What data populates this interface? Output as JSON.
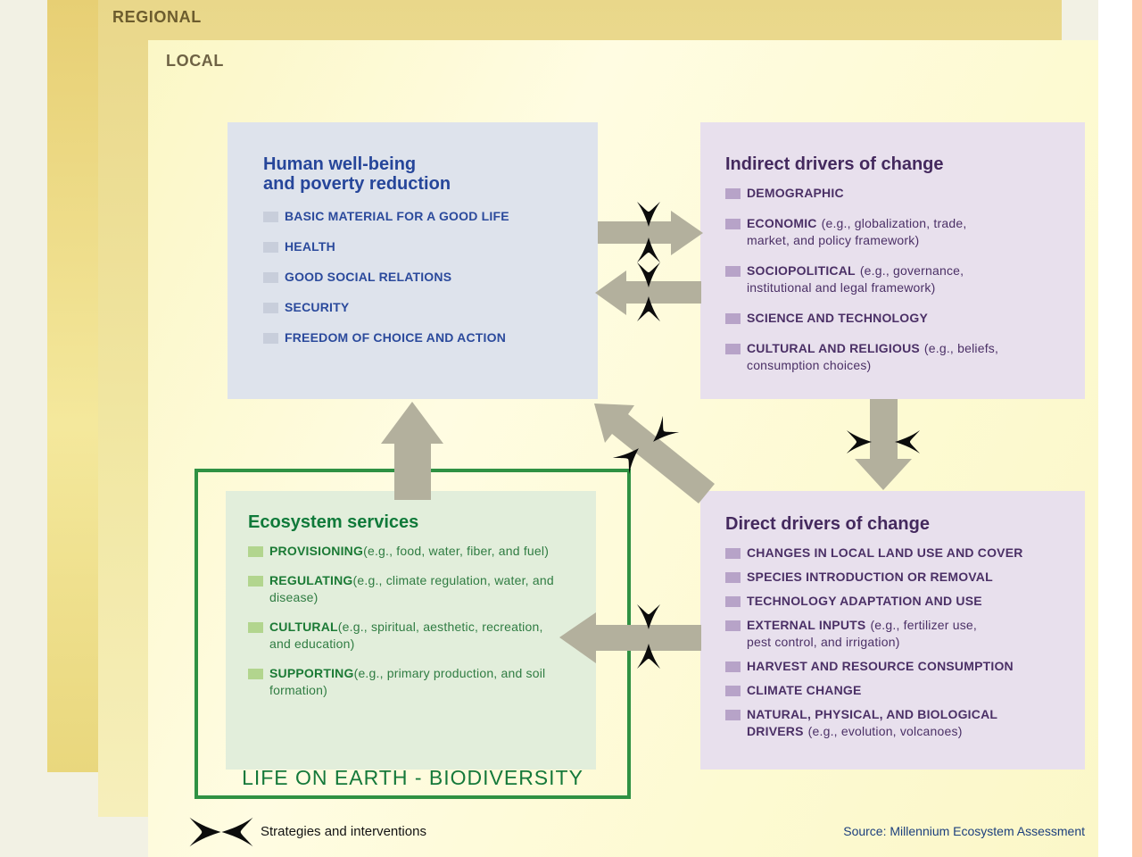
{
  "scales": {
    "regional_label": "REGIONAL",
    "local_label": "LOCAL"
  },
  "wellbeing_box": {
    "title": "Human well-being\nand poverty reduction",
    "items": [
      "BASIC MATERIAL FOR A GOOD LIFE",
      "HEALTH",
      "GOOD SOCIAL RELATIONS",
      "SECURITY",
      "FREEDOM OF CHOICE AND ACTION"
    ]
  },
  "indirect_box": {
    "title": "Indirect drivers of change",
    "items": [
      {
        "label": "DEMOGRAPHIC",
        "detail": ""
      },
      {
        "label": "ECONOMIC",
        "detail": "(e.g., globalization, trade,\nmarket, and policy framework)"
      },
      {
        "label": "SOCIOPOLITICAL",
        "detail": "(e.g., governance,\ninstitutional and legal framework)"
      },
      {
        "label": "SCIENCE AND TECHNOLOGY",
        "detail": ""
      },
      {
        "label": "CULTURAL AND RELIGIOUS",
        "detail": "(e.g., beliefs,\nconsumption choices)"
      }
    ]
  },
  "ecosystem_box": {
    "title": "Ecosystem services",
    "items": [
      {
        "label": "PROVISIONING",
        "detail": "(e.g., food, water, fiber, and fuel)"
      },
      {
        "label": "REGULATING",
        "detail": "(e.g., climate regulation, water, and disease)"
      },
      {
        "label": "CULTURAL",
        "detail": "(e.g., spiritual, aesthetic, recreation,\nand education)"
      },
      {
        "label": "SUPPORTING",
        "detail": "(e.g., primary production, and soil formation)"
      }
    ],
    "caption": "LIFE ON EARTH - BIODIVERSITY"
  },
  "direct_box": {
    "title": "Direct drivers of change",
    "items": [
      {
        "label": "CHANGES IN LOCAL LAND USE AND COVER",
        "detail": ""
      },
      {
        "label": "SPECIES INTRODUCTION OR REMOVAL",
        "detail": ""
      },
      {
        "label": "TECHNOLOGY ADAPTATION AND USE",
        "detail": ""
      },
      {
        "label": "EXTERNAL INPUTS",
        "detail": "(e.g., fertilizer use,\npest control, and irrigation)"
      },
      {
        "label": "HARVEST AND RESOURCE CONSUMPTION",
        "detail": ""
      },
      {
        "label": "CLIMATE CHANGE",
        "detail": ""
      },
      {
        "label": "NATURAL, PHYSICAL, AND BIOLOGICAL\nDRIVERS",
        "detail": "(e.g., evolution, volcanoes)"
      }
    ]
  },
  "legend": {
    "strategies_label": "Strategies and interventions",
    "source_label": "Source: Millennium Ecosystem Assessment"
  },
  "icons": {
    "intervention": "paired-black-chevrons",
    "bullet": "small-square"
  },
  "colors": {
    "page_cream": "#f2f1e4",
    "global_gold": "#e9d77d",
    "regional_gold": "#e9d78a",
    "local_yellow": "#fbf7c8",
    "salmon_edge": "#fdc7ac",
    "wellbeing_bg": "#dee3ec",
    "wellbeing_text": "#2b4a9c",
    "drivers_bg": "#e8e0ed",
    "drivers_text": "#4b3066",
    "eco_bg": "#e2eedb",
    "eco_border": "#2f9143",
    "eco_text": "#1b7a35",
    "arrow_gray": "#b3b09d",
    "chevron_black": "#0c0c0c",
    "source_navy": "#1c3f7d"
  }
}
